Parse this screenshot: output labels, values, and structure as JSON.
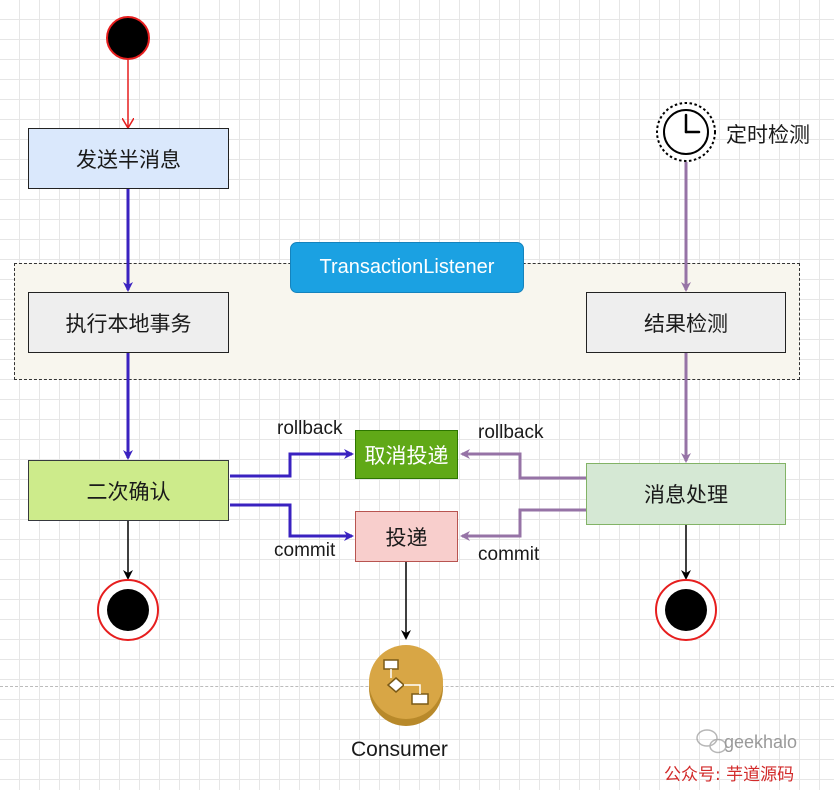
{
  "region": {
    "label": "TransactionListener"
  },
  "nodes": {
    "send_half": "发送半消息",
    "exec_local": "执行本地事务",
    "confirm": "二次确认",
    "cancel": "取消投递",
    "deliver": "投递",
    "result_check": "结果检测",
    "process": "消息处理",
    "timer_label": "定时检测",
    "consumer_label": "Consumer"
  },
  "edges": {
    "rollback_left": "rollback",
    "commit_left": "commit",
    "rollback_right": "rollback",
    "commit_right": "commit"
  },
  "watermark": {
    "handle": "geekhalo",
    "account": "公众号: 芋道源码"
  },
  "colors": {
    "blue_arrow": "#3a22c0",
    "purple_arrow": "#9673a6",
    "red_arrow": "#e61e1e",
    "send_fill": "#dae8fc",
    "grey_fill": "#eeeeee",
    "confirm_fill": "#cdeb8b",
    "cancel_fill": "#60a917",
    "deliver_fill": "#f8cecc",
    "process_fill": "#d5e8d4",
    "region_fill": "#1ba1e2",
    "consumer_fill": "#d8a645"
  }
}
